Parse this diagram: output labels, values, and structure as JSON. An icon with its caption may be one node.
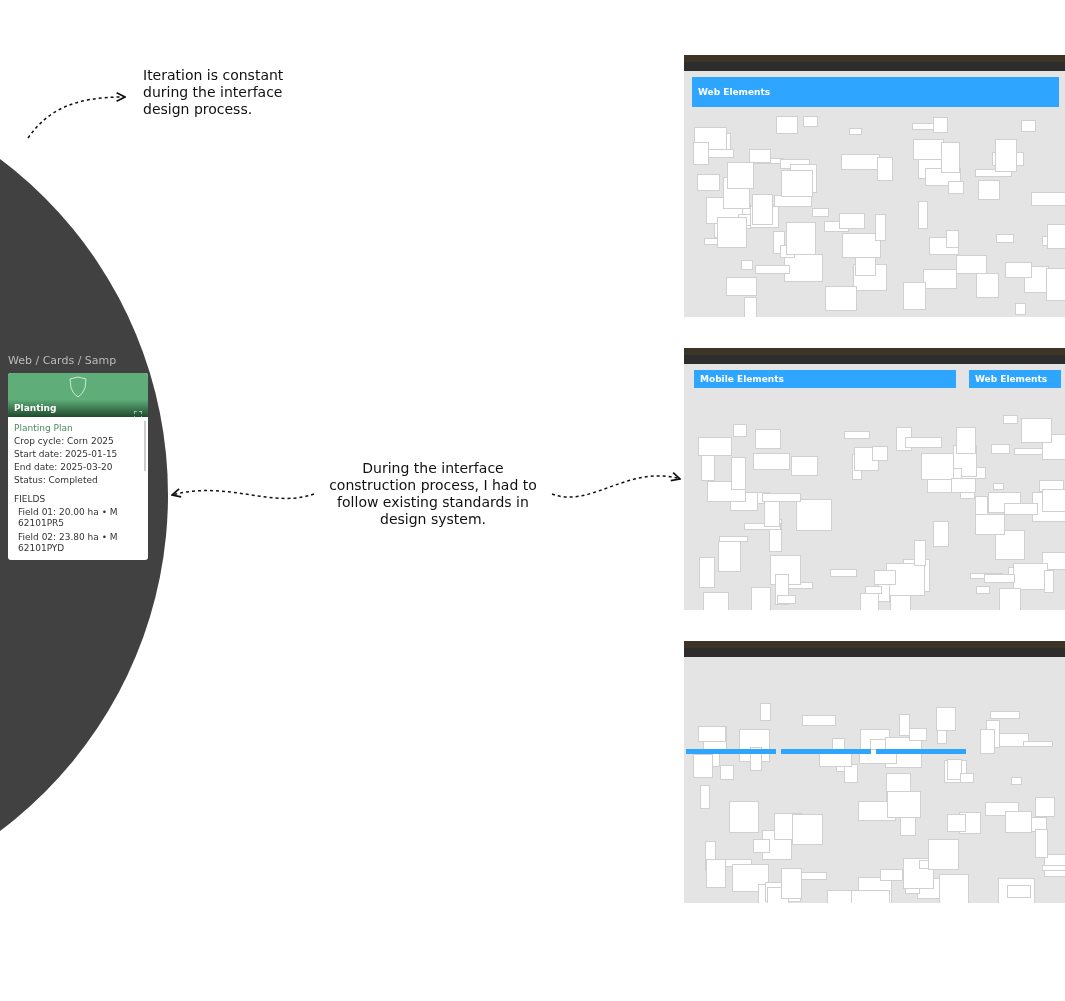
{
  "diagram": {
    "nodes": [
      {
        "text": [
          "Iteration is constant during the interface design process."
        ]
      },
      {
        "text": [
          "Web Elements"
        ]
      },
      {
        "text": [],
        "shape": "circle"
      },
      {
        "text": [
          "Web / Cards / Samp",
          "Planting",
          "Planting Plan",
          "Crop cycle: Corn 2025",
          "Start date: 2025-01-15",
          "End date: 2025-03-20",
          "Status: Completed",
          "FIELDS",
          "Field 01: 20.00 ha • M 62101PR5",
          "Field 02: 23.80 ha • M 62101PYD"
        ],
        "in": 2
      },
      {
        "text": [
          "During the interface construction process, I had to follow existing standards in design system."
        ]
      },
      {
        "text": [
          "Mobile Elements",
          "Web Elements"
        ]
      },
      {
        "text": [],
        "shape": "picture"
      }
    ],
    "edges": [
      {
        "from": null,
        "to": 0,
        "arrow": "to",
        "style": "dashed"
      },
      {
        "from": 4,
        "to": 2,
        "arrow": "to",
        "style": "dashed"
      },
      {
        "from": 4,
        "to": 5,
        "arrow": "to",
        "style": "dashed"
      }
    ]
  }
}
